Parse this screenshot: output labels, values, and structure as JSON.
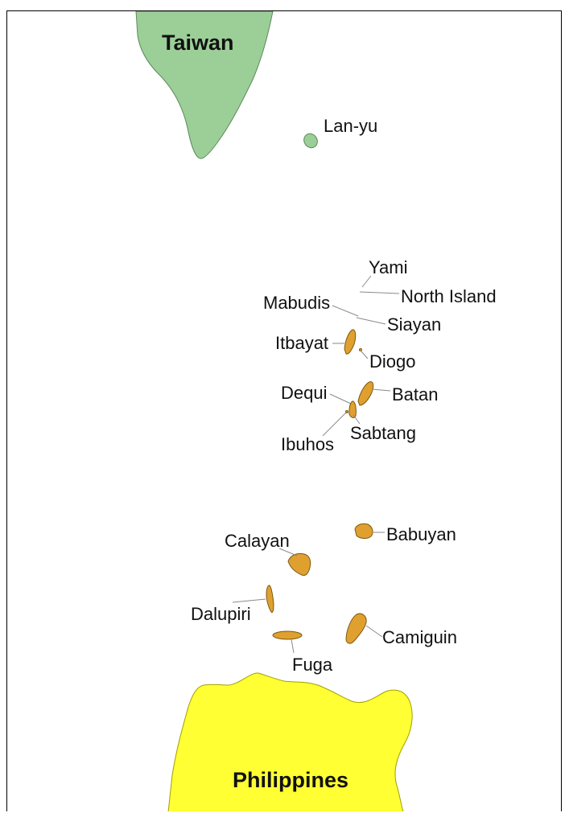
{
  "landmasses": [
    {
      "id": "taiwan",
      "label": "Taiwan",
      "color": "#9ccf98"
    },
    {
      "id": "philippines",
      "label": "Philippines",
      "color": "#ffff33"
    }
  ],
  "islands": [
    {
      "id": "lan-yu",
      "label": "Lan-yu",
      "color": "#9ccf98"
    },
    {
      "id": "yami",
      "label": "Yami",
      "color": "#e0a030"
    },
    {
      "id": "north-island",
      "label": "North Island",
      "color": "#e0a030"
    },
    {
      "id": "mabudis",
      "label": "Mabudis",
      "color": "#e0a030"
    },
    {
      "id": "siayan",
      "label": "Siayan",
      "color": "#e0a030"
    },
    {
      "id": "itbayat",
      "label": "Itbayat",
      "color": "#e0a030"
    },
    {
      "id": "diogo",
      "label": "Diogo",
      "color": "#e0a030"
    },
    {
      "id": "dequi",
      "label": "Dequi",
      "color": "#e0a030"
    },
    {
      "id": "batan",
      "label": "Batan",
      "color": "#e0a030"
    },
    {
      "id": "ibuhos",
      "label": "Ibuhos",
      "color": "#e0a030"
    },
    {
      "id": "sabtang",
      "label": "Sabtang",
      "color": "#e0a030"
    },
    {
      "id": "babuyan",
      "label": "Babuyan",
      "color": "#e0a030"
    },
    {
      "id": "calayan",
      "label": "Calayan",
      "color": "#e0a030"
    },
    {
      "id": "dalupiri",
      "label": "Dalupiri",
      "color": "#e0a030"
    },
    {
      "id": "camiguin",
      "label": "Camiguin",
      "color": "#e0a030"
    },
    {
      "id": "fuga",
      "label": "Fuga",
      "color": "#e0a030"
    }
  ]
}
